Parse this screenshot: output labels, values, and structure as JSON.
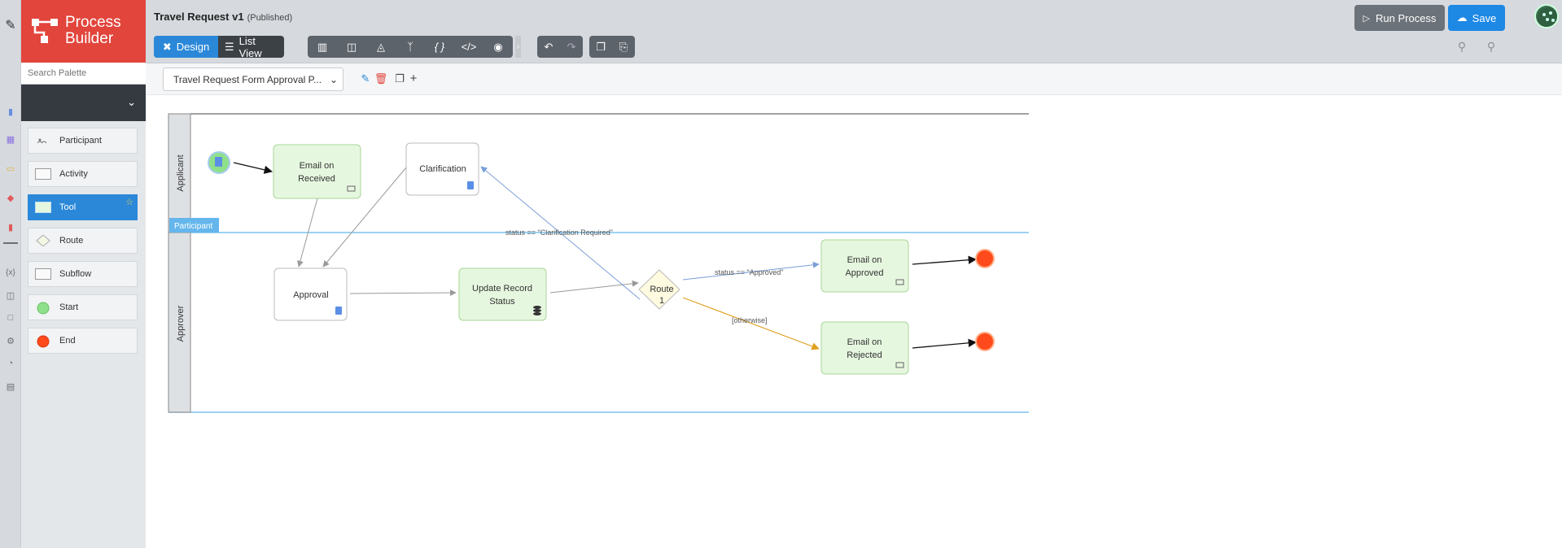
{
  "app": {
    "logo_text_line1": "Process",
    "logo_text_line2": "Builder"
  },
  "palette": {
    "search_placeholder": "Search Palette",
    "items": [
      {
        "label": "Participant"
      },
      {
        "label": "Activity"
      },
      {
        "label": "Tool",
        "selected": true
      },
      {
        "label": "Route"
      },
      {
        "label": "Subflow"
      },
      {
        "label": "Start"
      },
      {
        "label": "End"
      }
    ]
  },
  "header": {
    "title": "Travel Request v1",
    "status": "(Published)",
    "design_label": "Design",
    "list_view_label": "List View",
    "run_label": "Run Process",
    "save_label": "Save"
  },
  "subbar": {
    "selected_flow": "Travel Request Form Approval P..."
  },
  "diagram": {
    "lanes": [
      {
        "label": "Applicant"
      },
      {
        "label": "Approver"
      }
    ],
    "participant_tag": "Participant",
    "nodes": {
      "email_received": "Email on|Received",
      "clarification": "Clarification",
      "approval": "Approval",
      "update_record": "Update Record|Status",
      "route": "Route|1",
      "email_approved": "Email on|Approved",
      "email_rejected": "Email on|Rejected"
    },
    "edge_labels": {
      "clarification": "status == \"Clarification Required\"",
      "approved": "status == \"Approved\"",
      "otherwise": "[otherwise]"
    }
  },
  "colors": {
    "brand": "#e2453c",
    "accent": "#2b88d8",
    "activity_fill": "#e6f7df",
    "activity_stroke": "#a9d69a",
    "end": "#ff4a1c",
    "start": "#8fe08a",
    "lane_border": "#7cc3ef",
    "route_fill": "#fffbe0"
  }
}
